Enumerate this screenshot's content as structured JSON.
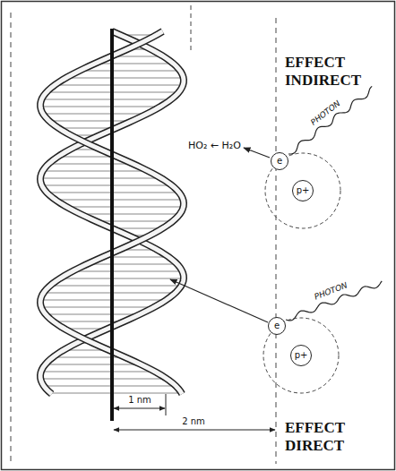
{
  "diagram": {
    "nodes": [
      {
        "text": [
          "e"
        ]
      },
      {
        "text": [
          "p+"
        ]
      },
      {
        "text": [
          "e"
        ]
      },
      {
        "text": [
          "p+"
        ]
      }
    ],
    "labels": [
      "EFFECT INDIRECT",
      "HO₂ ← H₂O",
      "PHOTON",
      "PHOTON",
      "1 nm",
      "2 nm",
      "EFFECT DIRECT"
    ]
  }
}
